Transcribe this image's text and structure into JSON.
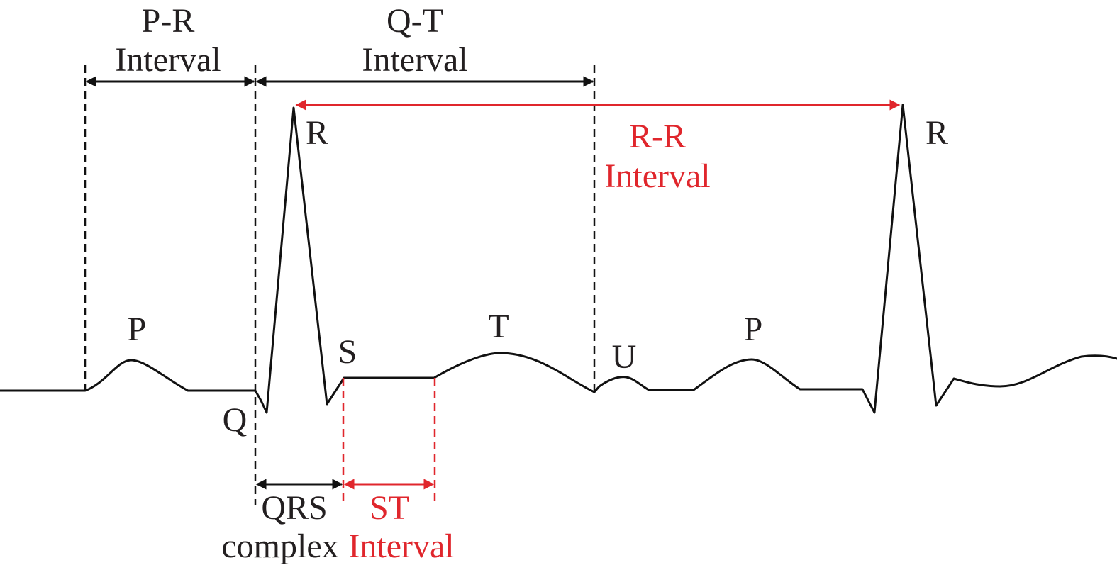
{
  "colors": {
    "trace": "#111111",
    "black": "#231f20",
    "red": "#e0262c"
  },
  "waves": {
    "p1": "P",
    "q": "Q",
    "r1": "R",
    "s": "S",
    "t": "T",
    "u": "U",
    "p2": "P",
    "r2": "R"
  },
  "intervals": {
    "pr": {
      "line1": "P-R",
      "line2": "Interval"
    },
    "qt": {
      "line1": "Q-T",
      "line2": "Interval"
    },
    "rr": {
      "line1": "R-R",
      "line2": "Interval"
    },
    "qrs": {
      "line1": "QRS",
      "line2": "complex"
    },
    "st": {
      "line1": "ST",
      "line2": "Interval"
    }
  }
}
